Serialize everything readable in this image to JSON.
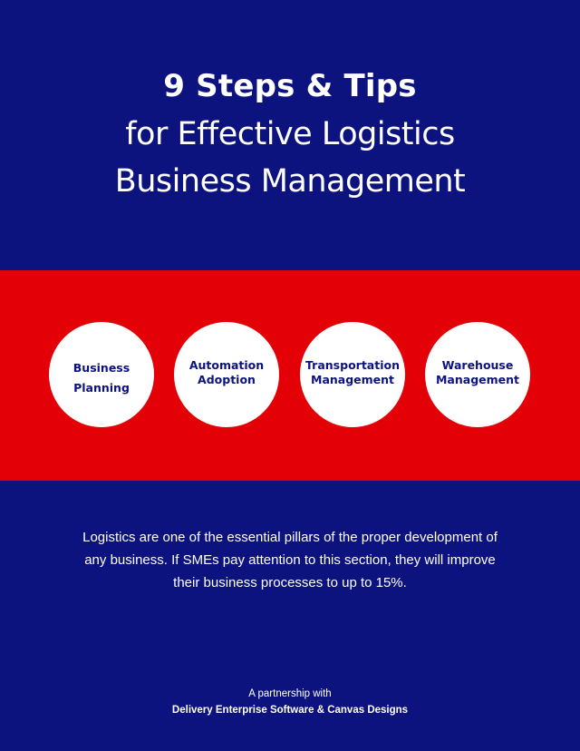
{
  "title": {
    "line1": "9 Steps & Tips",
    "line2": "for Effective Logistics",
    "line3": "Business Management"
  },
  "steps": [
    {
      "line1": "Business",
      "line2": "Planning"
    },
    {
      "line1": "Automation",
      "line2": "Adoption"
    },
    {
      "line1": "Transportation",
      "line2": "Management"
    },
    {
      "line1": "Warehouse",
      "line2": "Management"
    }
  ],
  "description": {
    "line1": "Logistics are one of the essential pillars of the proper development of",
    "line2": "any business. If SMEs pay attention to this section, they will improve",
    "line3": "their business processes to up to 15%."
  },
  "footer": {
    "intro": "A partnership with",
    "partners": "Delivery Enterprise Software & Canvas Designs"
  },
  "colors": {
    "background": "#0c137f",
    "band": "#e30007",
    "circle": "#ffffff",
    "circle_text": "#0c137f"
  }
}
